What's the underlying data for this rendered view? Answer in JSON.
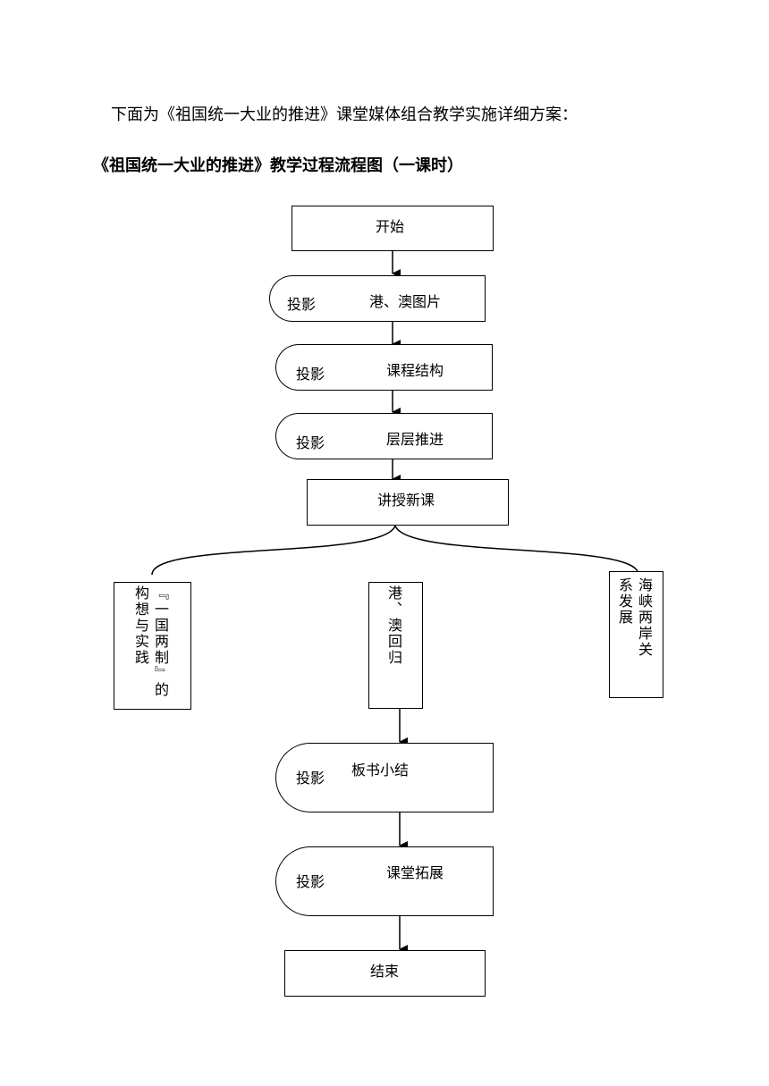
{
  "intro_text": "下面为《祖国统一大业的推进》课堂媒体组合教学实施详细方案：",
  "flow_title": "《祖国统一大业的推进》教学过程流程图（一课时）",
  "nodes": {
    "start": "开始",
    "step1": "港、澳图片",
    "step2": "课程结构",
    "step3": "层层推进",
    "step4": "讲授新课",
    "branch_left": "『一国两制』的构想与实践",
    "branch_mid": "港、澳回归",
    "branch_right": "海峡两岸关系发展",
    "step5": "板书小结",
    "step6": "课堂拓展",
    "end": "结束"
  },
  "projector_label": "投影"
}
